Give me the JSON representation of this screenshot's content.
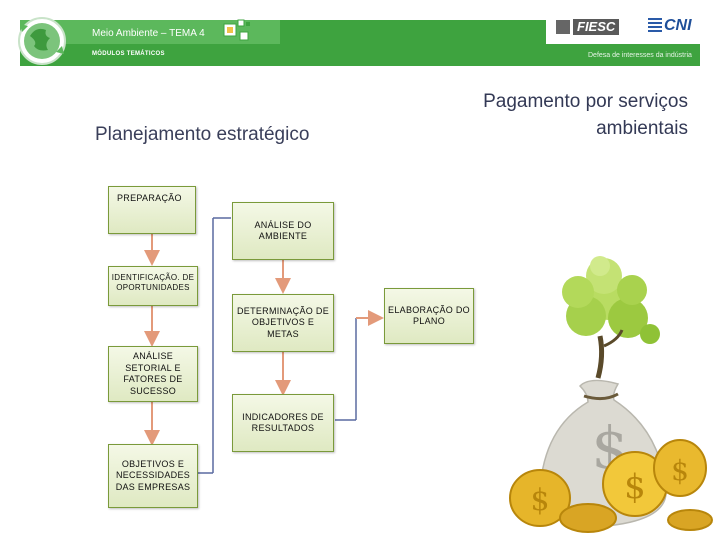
{
  "header": {
    "module_title": "Meio Ambiente – TEMA 4",
    "module_subtitle": "MÓDULOS TEMÁTICOS",
    "fiesc_logo": "FIESC",
    "cni_logo": "CNI",
    "tagline": "Defesa de interesses da indústria",
    "colors": {
      "bar": "#3ea33f",
      "bar_light": "#5cb85c"
    }
  },
  "title_left": "Planejamento estratégico",
  "title_right": "Pagamento por serviços ambientais",
  "diagram": {
    "col1": {
      "preparacao": "PREPARAÇÃO",
      "identificacao": "IDENTIFICAÇÃO. DE OPORTUNIDADES",
      "analise_setorial": "ANÁLISE SETORIAL E FATORES DE SUCESSO",
      "objetivos": "OBJETIVOS E NECESSIDADES DAS EMPRESAS"
    },
    "col2": {
      "analise_ambiente": "ANÁLISE DO AMBIENTE",
      "determinacao": "DETERMINAÇÃO DE OBJETIVOS E METAS",
      "indicadores": "INDICADORES DE RESULTADOS"
    },
    "col3": {
      "elaboracao": "ELABORAÇÃO DO PLANO"
    },
    "colors": {
      "box_border": "#7a9a3a",
      "connector": "#e39a7a",
      "connector_dark": "#5a6aa0"
    }
  },
  "illustration": {
    "bag_symbol": "$",
    "coin_symbol": "$"
  }
}
